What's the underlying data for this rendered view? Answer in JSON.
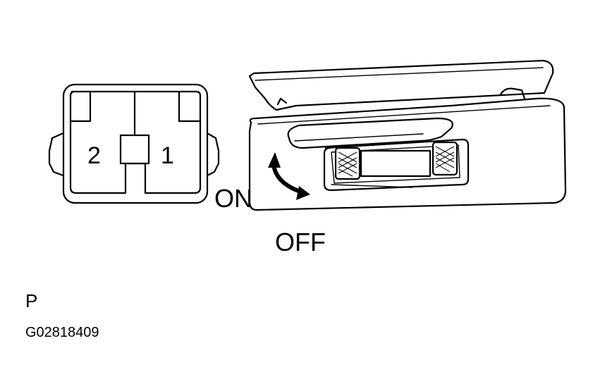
{
  "connector": {
    "pin_left": "2",
    "pin_right": "1"
  },
  "switch_states": {
    "on_label": "ON",
    "off_label": "OFF"
  },
  "footer": {
    "letter": "P",
    "code": "G02818409"
  }
}
